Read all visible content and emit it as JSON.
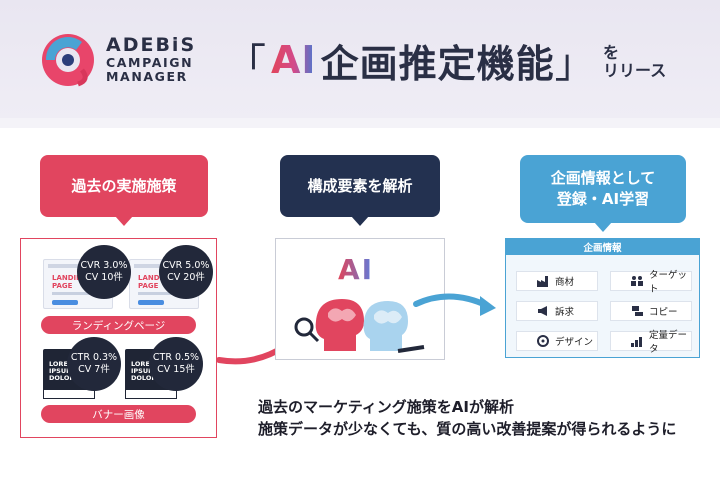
{
  "header": {
    "brand_line1": "ADEBiS",
    "brand_line2": "CAMPAIGN",
    "brand_line3": "MANAGER",
    "bracket_open": "「",
    "headline_ai": "AI",
    "headline_rest": "企画推定機能",
    "bracket_close": "」",
    "suffix_line1": "を",
    "suffix_line2": "リリース"
  },
  "tags": {
    "past": "過去の実施施策",
    "analyze": "構成要素を解析",
    "register_line1": "企画情報として",
    "register_line2": "登録・AI学習"
  },
  "past_box": {
    "lp_metrics": [
      {
        "rate": "CVR 3.0%",
        "count": "CV 10件"
      },
      {
        "rate": "CVR 5.0%",
        "count": "CV 20件"
      }
    ],
    "lp_label": "ランディングページ",
    "banner_metrics": [
      {
        "rate": "CTR 0.3%",
        "count": "CV 7件"
      },
      {
        "rate": "CTR 0.5%",
        "count": "CV 15件"
      }
    ],
    "banner_label": "バナー画像",
    "thumb_text_line1": "LANDING",
    "thumb_text_line2": "PAGE",
    "banner_text": [
      "LOREM",
      "IPSUM",
      "DOLOR SIT!"
    ]
  },
  "analysis": {
    "ai_label": "AI"
  },
  "info_box": {
    "title": "企画情報",
    "items": [
      {
        "label": "商材",
        "icon": "factory-icon"
      },
      {
        "label": "ターゲット",
        "icon": "people-icon"
      },
      {
        "label": "訴求",
        "icon": "megaphone-icon"
      },
      {
        "label": "コピー",
        "icon": "copy-icon"
      },
      {
        "label": "デザイン",
        "icon": "palette-icon"
      },
      {
        "label": "定量データ",
        "icon": "bar-chart-icon"
      }
    ]
  },
  "footer_text": {
    "line1": "過去のマーケティング施策をAIが解析",
    "line2": "施策データが少なくても、質の高い改善提案が得られるように"
  },
  "colors": {
    "accent_red": "#e1455f",
    "navy": "#233150",
    "accent_blue": "#4aa3d4"
  }
}
